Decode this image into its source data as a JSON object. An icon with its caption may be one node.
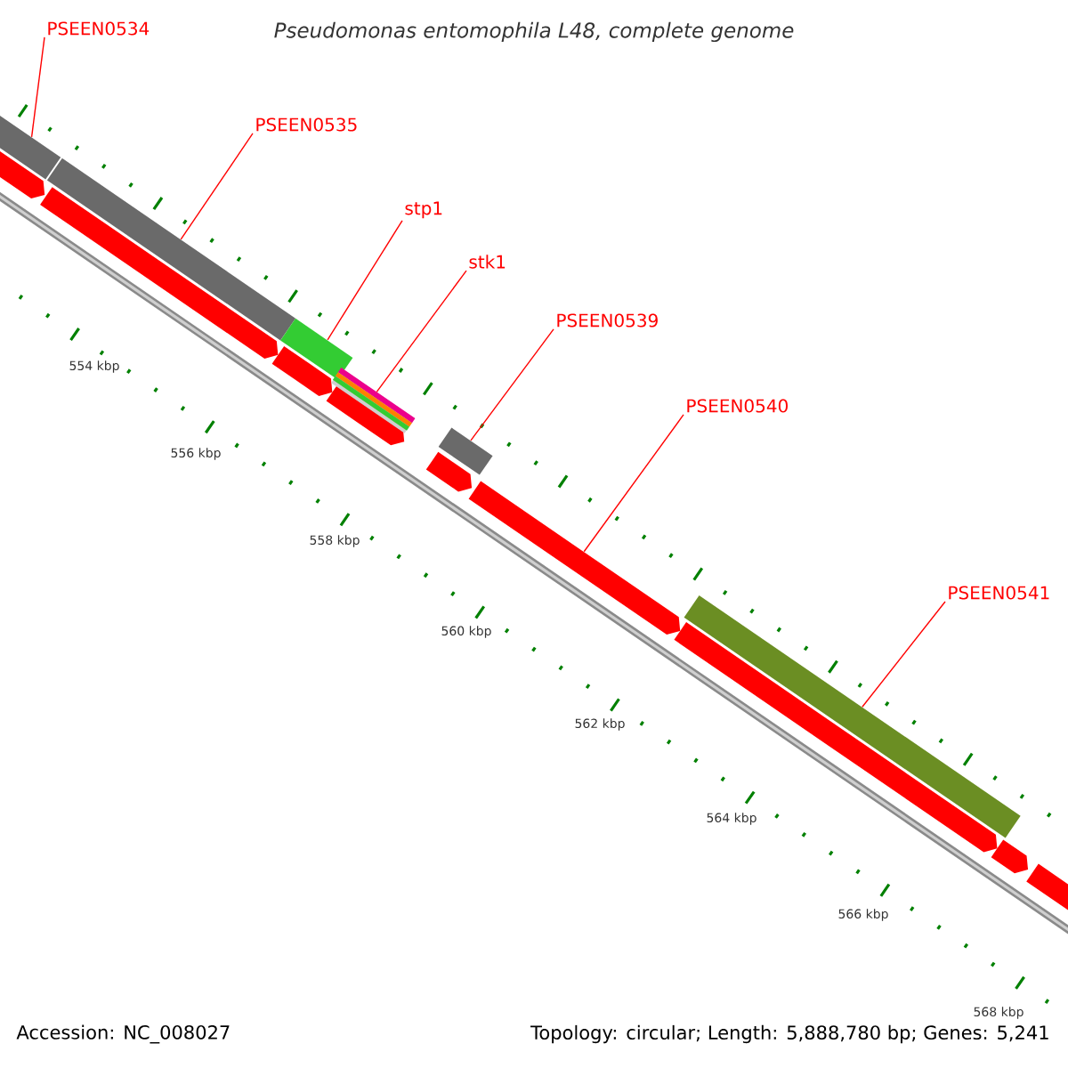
{
  "diagram": {
    "title": "Pseudomonas entomophila L48, complete genome",
    "nodes": [
      {
        "text": [
          "PSEEN0534"
        ]
      },
      {
        "text": [
          "PSEEN0535"
        ]
      },
      {
        "text": [
          "stp1"
        ]
      },
      {
        "text": [
          "stk1"
        ]
      },
      {
        "text": [
          "PSEEN0539"
        ]
      },
      {
        "text": [
          "PSEEN0540"
        ]
      },
      {
        "text": [
          "PSEEN0541"
        ]
      },
      {
        "text": [],
        "shape": "bar"
      },
      {
        "text": [],
        "shape": "bar"
      },
      {
        "text": [],
        "shape": "bar"
      },
      {
        "text": [],
        "shape": "bar"
      },
      {
        "text": [],
        "shape": "bar"
      },
      {
        "text": [],
        "shape": "bar"
      },
      {
        "text": [],
        "shape": "bar"
      }
    ],
    "edges": [
      {
        "from": 0,
        "to": 7,
        "arrow": "none"
      },
      {
        "from": 1,
        "to": 8,
        "arrow": "none"
      },
      {
        "from": 2,
        "to": 9,
        "arrow": "none"
      },
      {
        "from": 3,
        "to": 10,
        "arrow": "none"
      },
      {
        "from": 4,
        "to": 11,
        "arrow": "none"
      },
      {
        "from": 5,
        "to": 12,
        "arrow": "none"
      },
      {
        "from": 6,
        "to": 13,
        "arrow": "none"
      }
    ],
    "labels": [
      "554 kbp",
      "556 kbp",
      "558 kbp",
      "560 kbp",
      "562 kbp",
      "564 kbp",
      "566 kbp",
      "568 kbp",
      "Accession: NC_008027",
      "Topology: circular; Length: 5,888,780 bp; Genes: 5,241"
    ]
  }
}
